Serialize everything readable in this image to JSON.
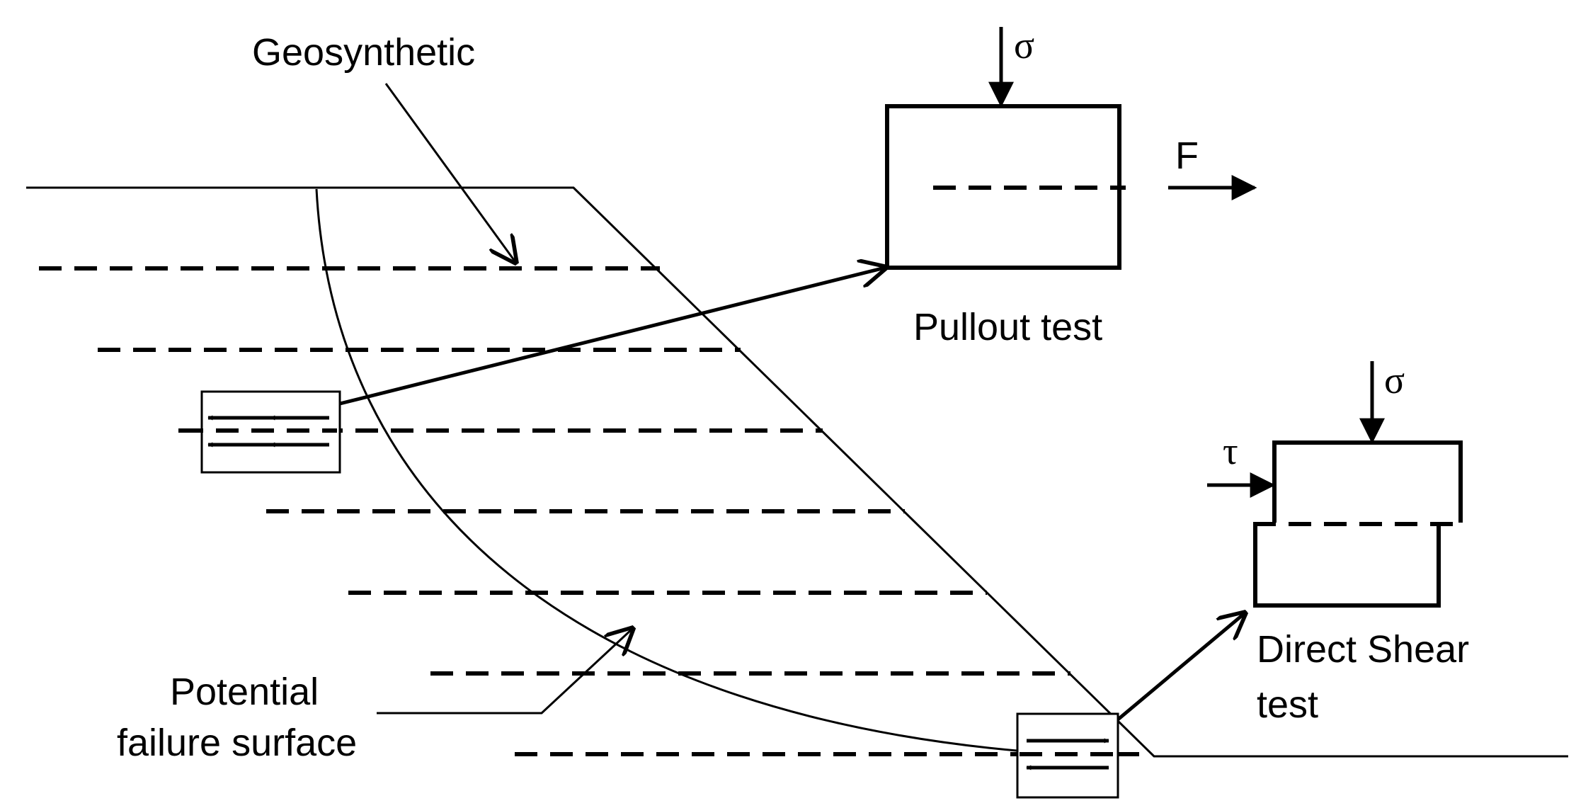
{
  "labels": {
    "geosynthetic": "Geosynthetic",
    "pullout_test": "Pullout test",
    "direct_shear_line1": "Direct Shear",
    "direct_shear_line2": "test",
    "potential_line1": "Potential",
    "potential_line2": "failure surface"
  },
  "symbols": {
    "sigma_pullout": "σ",
    "force": "F",
    "sigma_shear": "σ",
    "tau": "τ"
  },
  "reinforcement_layer_count": 7
}
